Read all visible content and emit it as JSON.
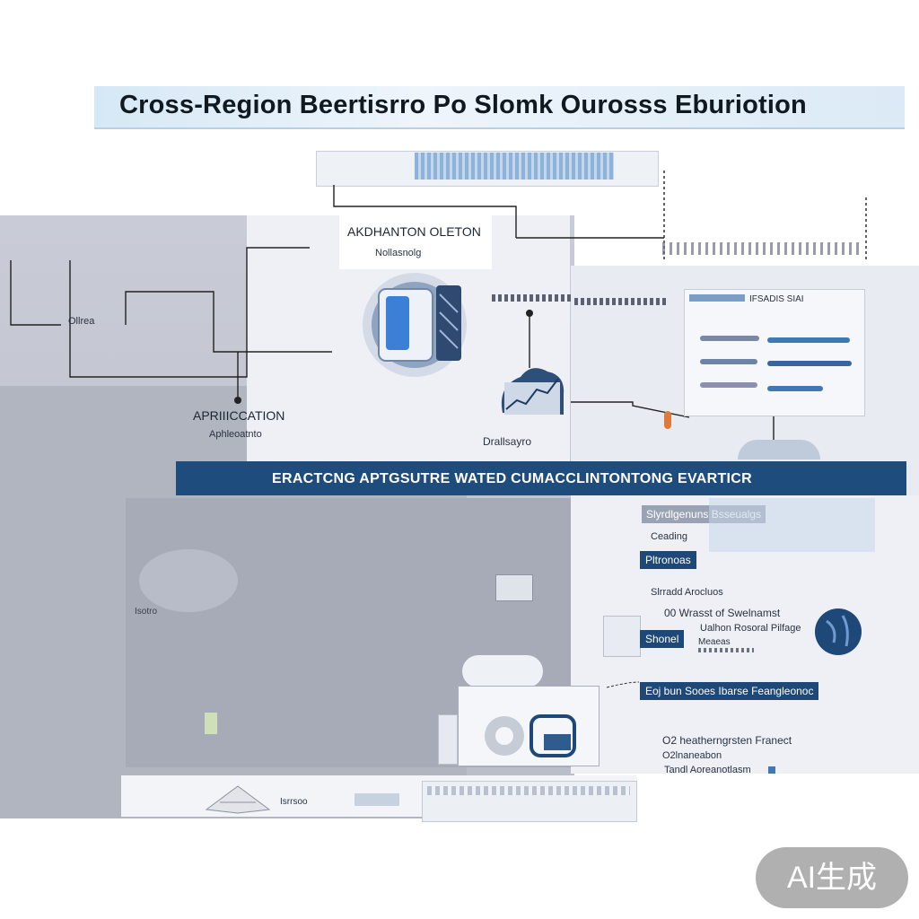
{
  "title": "Cross-Region Beertisrro Po Slomk Ourosss Eburiotion",
  "top_device": {
    "label": ""
  },
  "center_node": {
    "heading": "AKDHANTON OLETON",
    "sub": "Nollasnolg"
  },
  "left_node": {
    "label": "Ollrea"
  },
  "application_node": {
    "heading": "APRIIICCATION",
    "sub": "Aphleoatnto"
  },
  "cloud_node": {
    "label": "Drallsayro"
  },
  "right_header": {
    "label": "IFSADIS SIAI"
  },
  "banner": {
    "text": "ERACTCNG APTGSUTRE WATED CUMACCLINTONTONG EVARTICR"
  },
  "right_list": {
    "item1_box": "Slyrdlgenuns Bsseualgs",
    "item1_sub": "Ceading",
    "item2_box": "Pltronoas",
    "item3_label": "Slrradd Arocluos",
    "item4_label": "00  Wrasst of Swelnamst",
    "item4_sub": "Ualhon Rosoral Pilfage",
    "item5_box": "Shonel",
    "item5_tag": "Meaeas",
    "item6_box": "Eoj bun Sooes Ibarse Feangleonoc",
    "item7_line1": "O2 heatherngrsten Franect",
    "item7_line2": "O2lnaneabon",
    "item7_line3": "Tandl Aoreanotlasm"
  },
  "lower_left_label": "Isotro",
  "bottom_label": "Isrrsoo",
  "badge": "AI生成",
  "colors": {
    "banner": "#1e4c7c",
    "accent": "#1d4878",
    "title_bg": "#d6e8f6"
  }
}
